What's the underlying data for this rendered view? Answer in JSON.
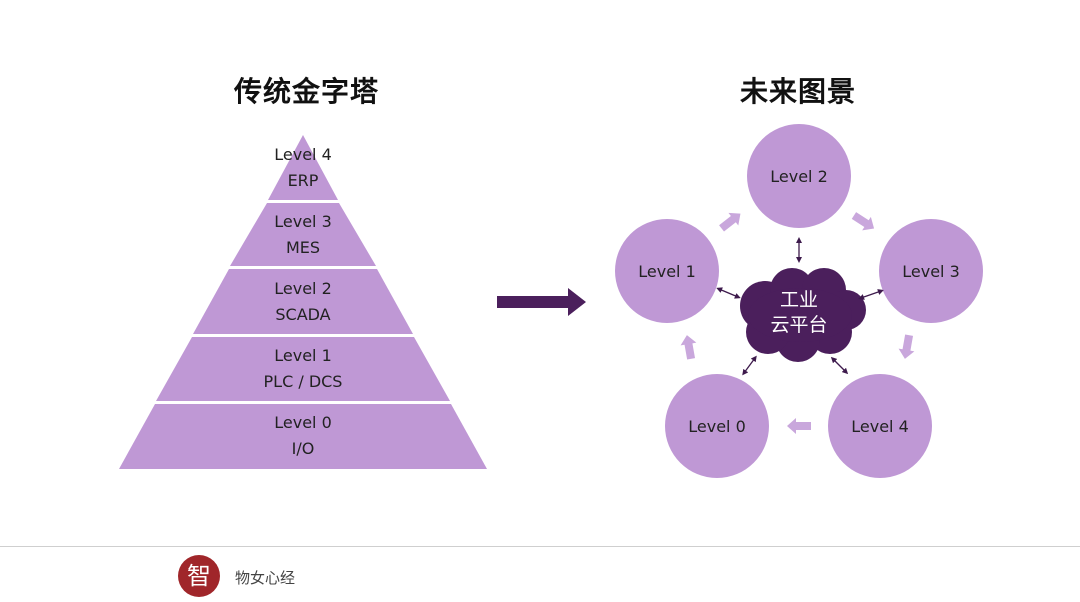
{
  "left_title": "传统金字塔",
  "right_title": "未来图景",
  "pyramid_levels": [
    {
      "name": "Level 4",
      "system": "ERP"
    },
    {
      "name": "Level 3",
      "system": "MES"
    },
    {
      "name": "Level 2",
      "system": "SCADA"
    },
    {
      "name": "Level 1",
      "system": "PLC / DCS"
    },
    {
      "name": "Level 0",
      "system": "I/O"
    }
  ],
  "circles": [
    "Level 2",
    "Level 3",
    "Level 4",
    "Level 0",
    "Level 1"
  ],
  "cloud": {
    "line1": "工业",
    "line2": "云平台"
  },
  "footer": {
    "logo_char": "智",
    "name": "物女心经"
  },
  "colors": {
    "shape_fill": "#bf98d5",
    "cloud_fill": "#4b1f5c",
    "arrow_main": "#4b1f5c",
    "arrow_light": "#c9a7dc",
    "arrow_small": "#3d1a4c"
  }
}
